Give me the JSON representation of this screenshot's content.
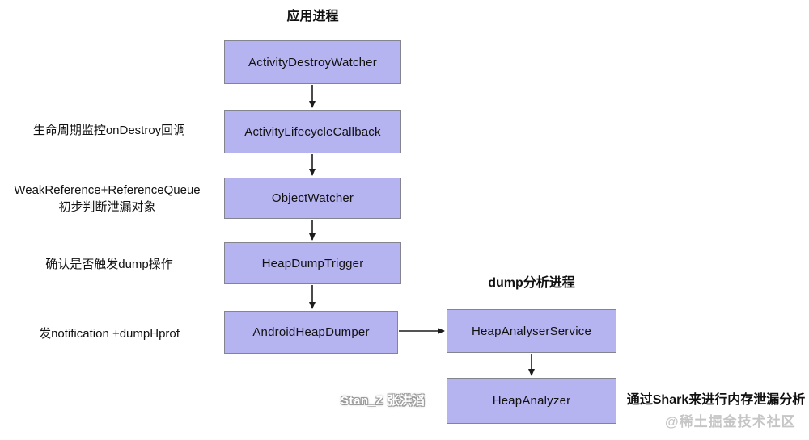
{
  "titles": {
    "app_process": "应用进程",
    "dump_process": "dump分析进程"
  },
  "nodes": [
    {
      "label": "ActivityDestroyWatcher"
    },
    {
      "label": "ActivityLifecycleCallback"
    },
    {
      "label": "ObjectWatcher"
    },
    {
      "label": "HeapDumpTrigger"
    },
    {
      "label": "AndroidHeapDumper"
    },
    {
      "label": "HeapAnalyserService"
    },
    {
      "label": "HeapAnalyzer"
    }
  ],
  "annotations": {
    "lifecycle_callback": "生命周期监控onDestroy回调",
    "weak_reference_line1": "WeakReference+ReferenceQueue",
    "weak_reference_line2": "初步判断泄漏对象",
    "confirm_dump": "确认是否触发dump操作",
    "send_notification": "发notification +dumpHprof",
    "shark_analysis": "通过Shark来进行内存泄漏分析"
  },
  "watermarks": {
    "author_badge": "Stan_Z 张洪滔",
    "community": "@稀土掘金技术社区"
  },
  "colors": {
    "node_fill": "#b6b3f1",
    "node_border": "#84848e",
    "arrow": "#1c1c1c",
    "text": "#111111",
    "watermark": "#c6c6c6"
  }
}
